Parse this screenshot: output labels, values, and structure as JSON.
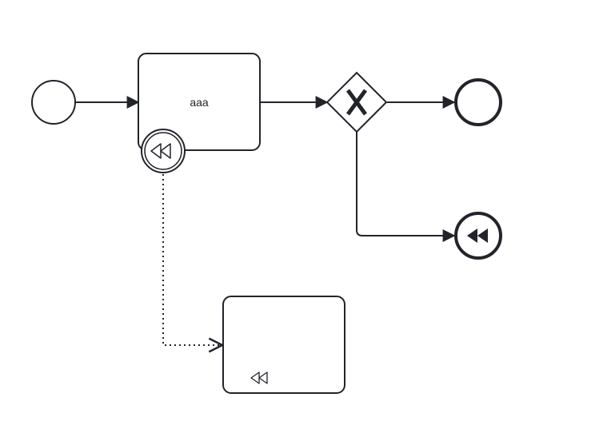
{
  "diagram": {
    "type": "BPMN",
    "colors": {
      "stroke": "#22242a",
      "fill": "#ffffff"
    },
    "start_event": {
      "kind": "none-start-event"
    },
    "task": {
      "label": "aaa",
      "boundary_event": "compensation-boundary-event"
    },
    "gateway": {
      "kind": "exclusive-gateway",
      "marker": "X"
    },
    "end_event": {
      "kind": "none-end-event"
    },
    "compensation_end_event": {
      "kind": "compensation-end-event"
    },
    "compensation_task": {
      "label": "",
      "marker": "compensation-marker"
    },
    "association": {
      "style": "dotted",
      "kind": "compensation-association"
    }
  }
}
